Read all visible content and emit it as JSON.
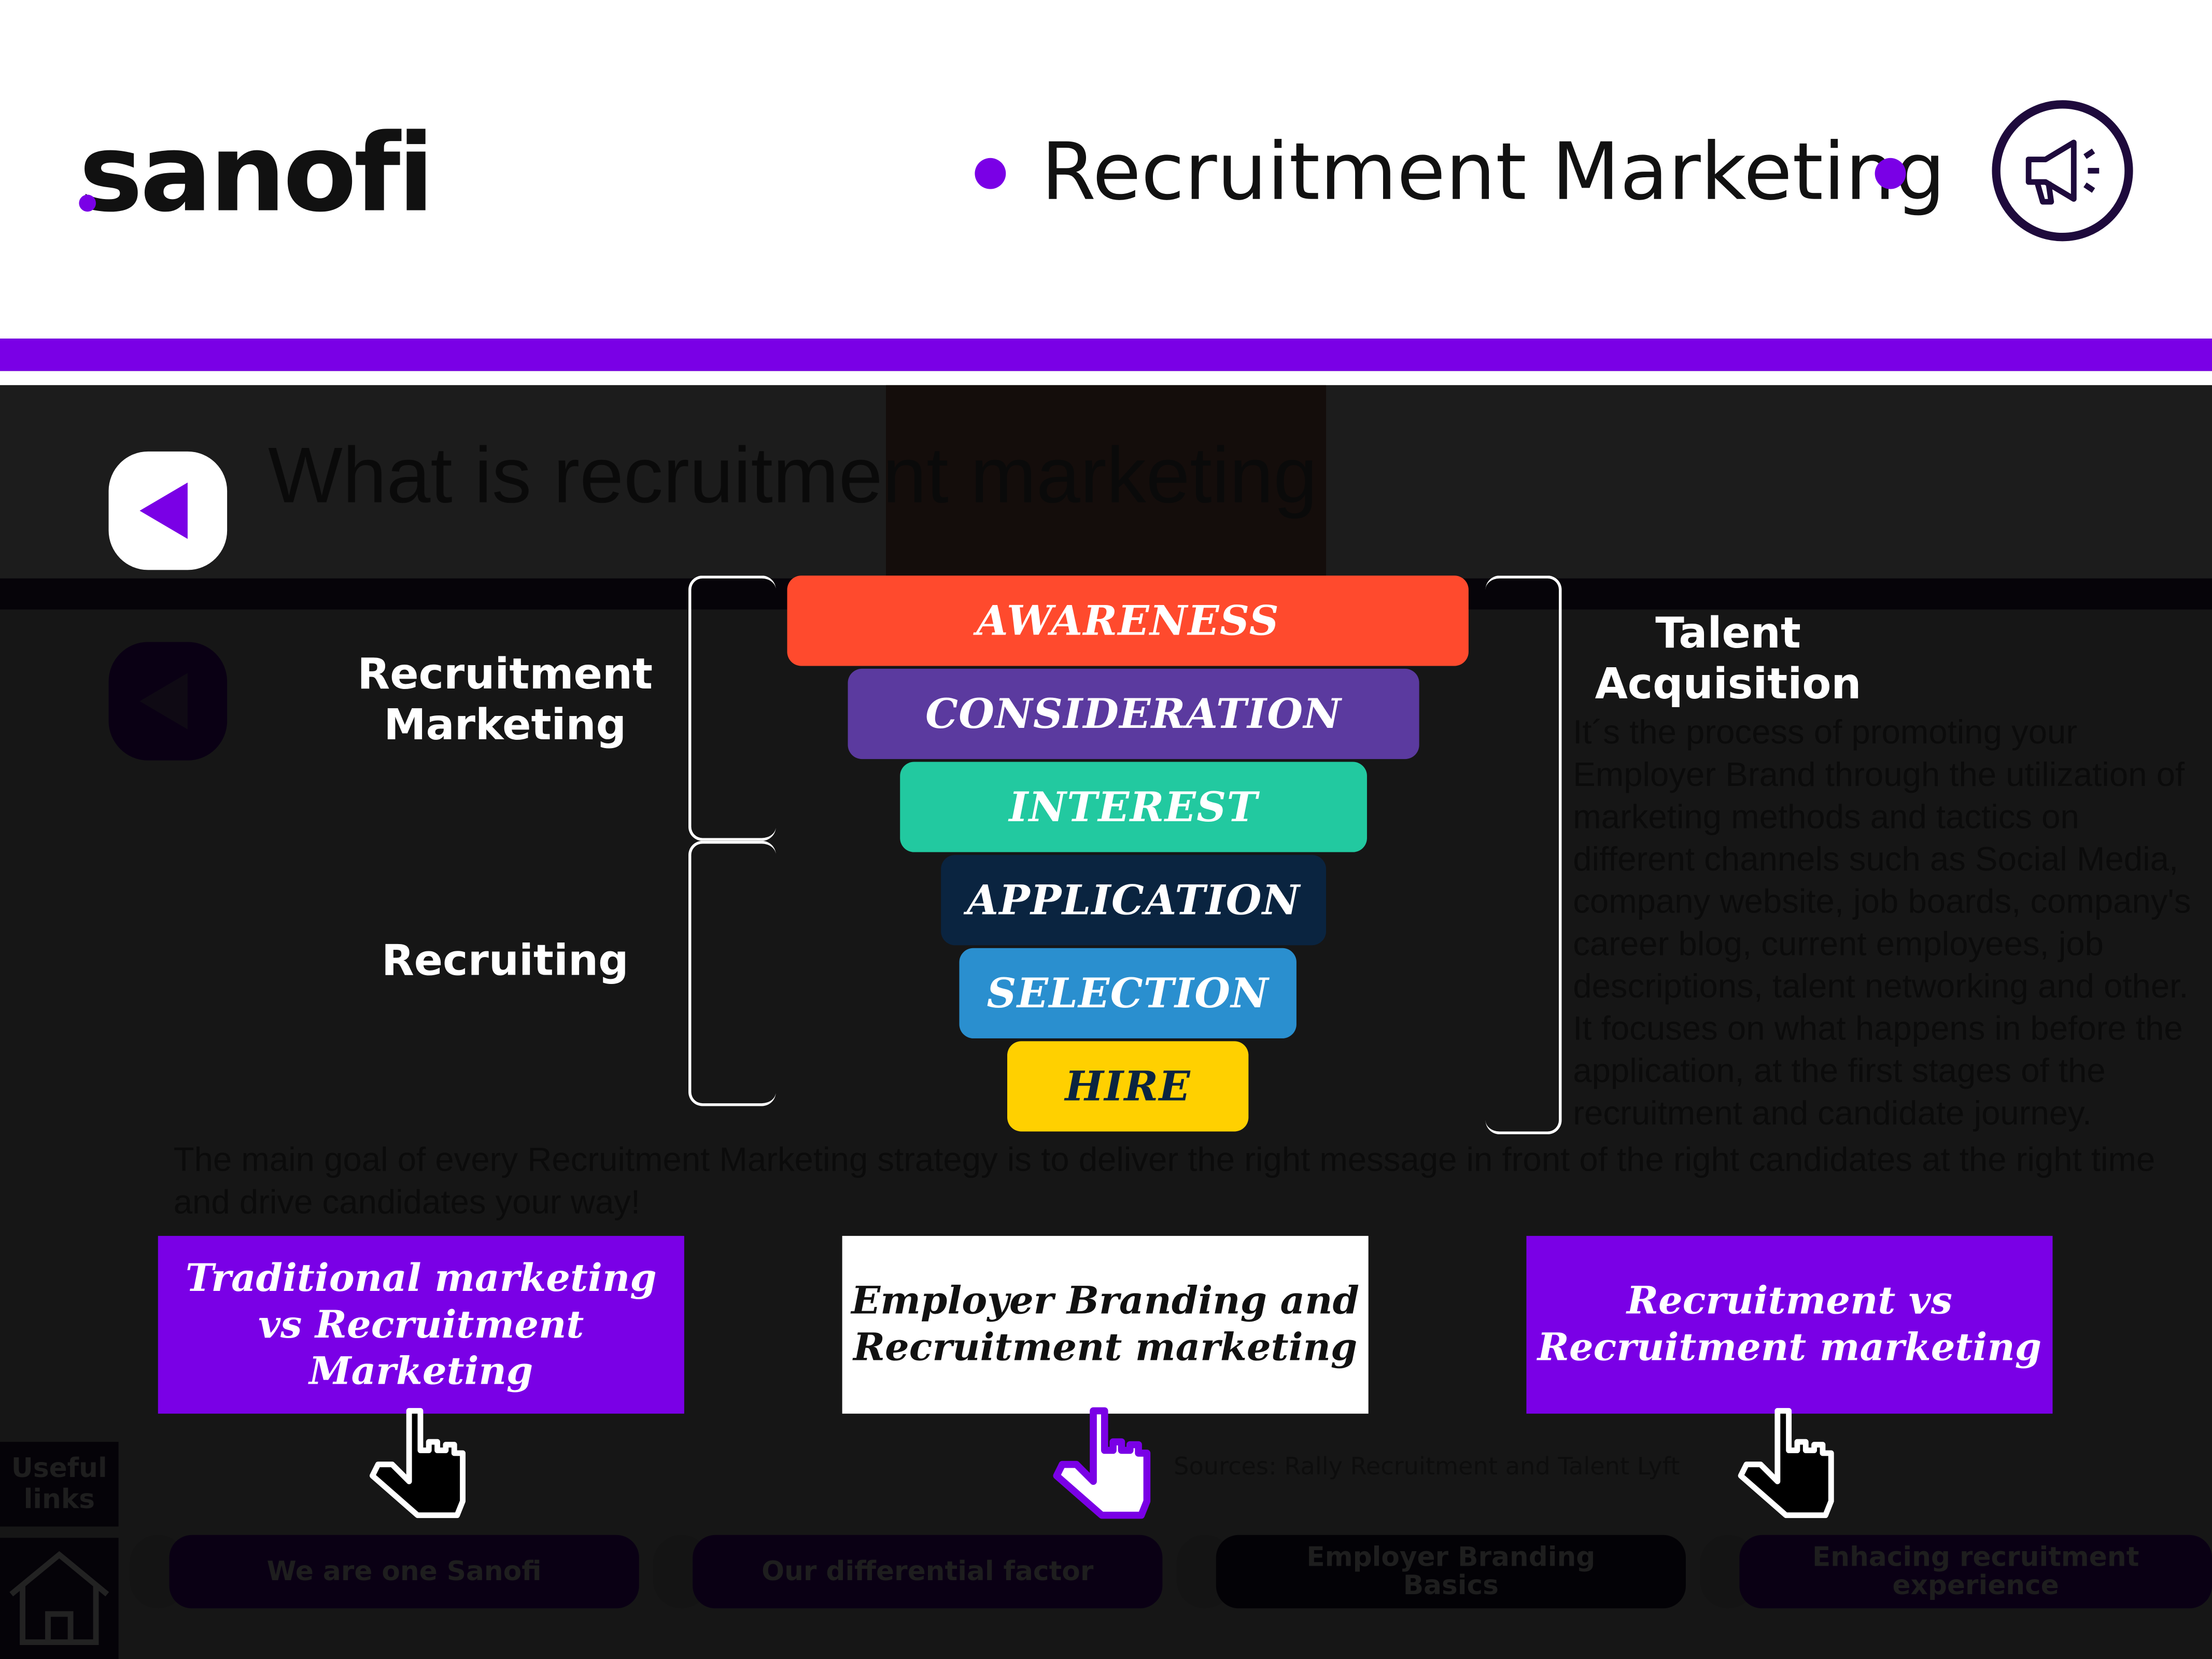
{
  "header": {
    "logo": "sanofi",
    "title": "Recruitment Marketing",
    "icon": "megaphone-icon"
  },
  "background": {
    "title": "What is recruitment marketing",
    "paragraph1": "It´s the process of promoting your Employer Brand through the utilization of marketing methods and tactics on different channels such as Social Media, company website, job boards, company's career blog, current employees, job descriptions, talent networking and other. It focuses on what happens in before the application, at the first stages of the recruitment and candidate journey.",
    "paragraph2": "The main goal of every Recruitment Marketing strategy is to deliver the right message in front of the right candidates at the right time and drive candidates your way!",
    "sources": "Sources: Rally Recruitment and Talent Lyft"
  },
  "funnel": {
    "labels": {
      "recruitment_marketing": "Recruitment Marketing",
      "recruiting": "Recruiting",
      "talent_acquisition": "Talent Acquisition"
    },
    "stages": [
      {
        "label": "AWARENESS",
        "color": "#ff4a2d"
      },
      {
        "label": "CONSIDERATION",
        "color": "#5b3a9f"
      },
      {
        "label": "INTEREST",
        "color": "#22c9a0"
      },
      {
        "label": "APPLICATION",
        "color": "#0a2440"
      },
      {
        "label": "SELECTION",
        "color": "#2a8fcf"
      },
      {
        "label": "HIRE",
        "color": "#ffd000"
      }
    ]
  },
  "cards": [
    {
      "label": "Traditional marketing vs Recruitment Marketing"
    },
    {
      "label": "Employer Branding and Recruitment marketing"
    },
    {
      "label": "Recruitment vs Recruitment marketing"
    }
  ],
  "footer": {
    "useful_links": "Useful links",
    "nav": [
      "We are one Sanofi",
      "Our differential factor",
      "Employer Branding Basics",
      "Enhacing recruitment experience"
    ]
  },
  "colors": {
    "accent": "#7a00e6",
    "dark": "#161616"
  }
}
